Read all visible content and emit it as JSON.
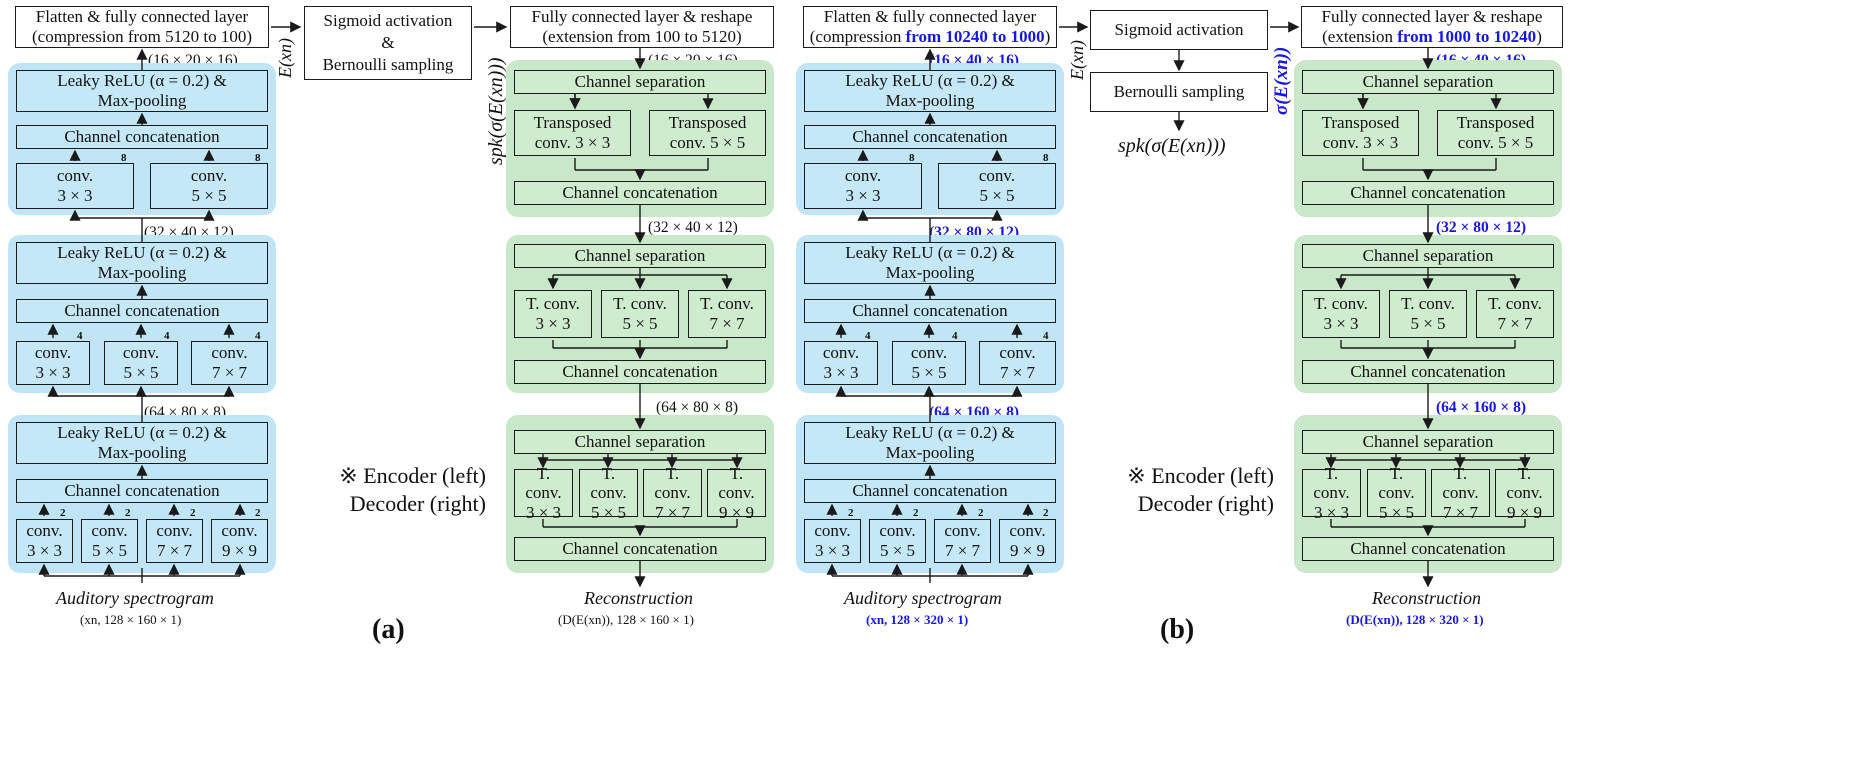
{
  "colors": {
    "encoder_bg": "#bfe5f6",
    "decoder_bg": "#c9e7c9",
    "highlight": "#1616e6",
    "stroke": "#1a1a1a"
  },
  "a": {
    "flatten_fc": "Flatten & fully connected layer\n(compression from 5120 to 100)",
    "ex_label": "E(xn)",
    "sigmoid_bernoulli": "Sigmoid activation\n&\nBernoulli sampling",
    "spk_label": "spk(σ(E(xn)))",
    "fc_reshape": "Fully connected layer & reshape\n(extension from 100 to 5120)",
    "enc_dims": [
      "(16 × 20 × 16)",
      "(32 × 40 × 12)",
      "(64 × 80 × 8)"
    ],
    "dec_dims": [
      "(16 × 20 × 16)",
      "(32 × 40 × 12)",
      "(64 × 80 × 8)"
    ],
    "input_label": "Auditory spectrogram",
    "input_sub": "(xn, 128 × 160 × 1)",
    "output_label": "Reconstruction",
    "output_sub": "(D(E(xn)), 128 × 160 × 1)",
    "panel_label": "(a)"
  },
  "b": {
    "flatten_fc": "Flatten & fully connected layer",
    "flatten_fc_sub_pre": "(compression ",
    "flatten_fc_sub_hl": "from 10240 to 1000",
    "flatten_fc_sub_post": ")",
    "ex_label": "E(xn)",
    "sigmoid": "Sigmoid activation",
    "bernoulli": "Bernoulli sampling",
    "spk_label": "spk(σ(E(xn)))",
    "sigma_label": "σ(E(xn))",
    "fc_reshape": "Fully connected layer & reshape",
    "fc_reshape_sub_pre": "(extension ",
    "fc_reshape_sub_hl": "from 1000 to 10240",
    "fc_reshape_sub_post": ")",
    "enc_dims": [
      "(16 × 40 × 16)",
      "(32 × 80 × 12)",
      "(64 × 160 × 8)"
    ],
    "dec_dims": [
      "(16 × 40 × 16)",
      "(32 × 80 × 12)",
      "(64 × 160 × 8)"
    ],
    "input_label": "Auditory spectrogram",
    "input_sub": "(xn, 128 × 320 × 1)",
    "output_label": "Reconstruction",
    "output_sub": "(D(E(xn)), 128 × 320 × 1)",
    "panel_label": "(b)"
  },
  "common": {
    "leaky": "Leaky ReLU (α = 0.2) &\nMax-pooling",
    "concat": "Channel concatenation",
    "separation": "Channel separation",
    "conv3": "conv.\n3 × 3",
    "conv5": "conv.\n5 × 5",
    "conv7": "conv.\n7 × 7",
    "conv9": "conv.\n9 × 9",
    "tconv3_long": "Transposed\nconv.  3 × 3",
    "tconv5_long": "Transposed\nconv. 5 × 5",
    "tconv3": "T. conv.\n3 × 3",
    "tconv5": "T. conv.\n5 × 5",
    "tconv7": "T. conv.\n7 × 7",
    "tconv9": "T.\nconv.\n9 × 9",
    "tconv3_s": "T.\nconv.\n3 × 3",
    "tconv5_s": "T.\nconv.\n5 × 5",
    "tconv7_s": "T.\nconv.\n7 × 7",
    "mult_8": "8",
    "mult_4": "4",
    "mult_2": "2",
    "note": "※ Encoder (left)\nDecoder (right)"
  }
}
